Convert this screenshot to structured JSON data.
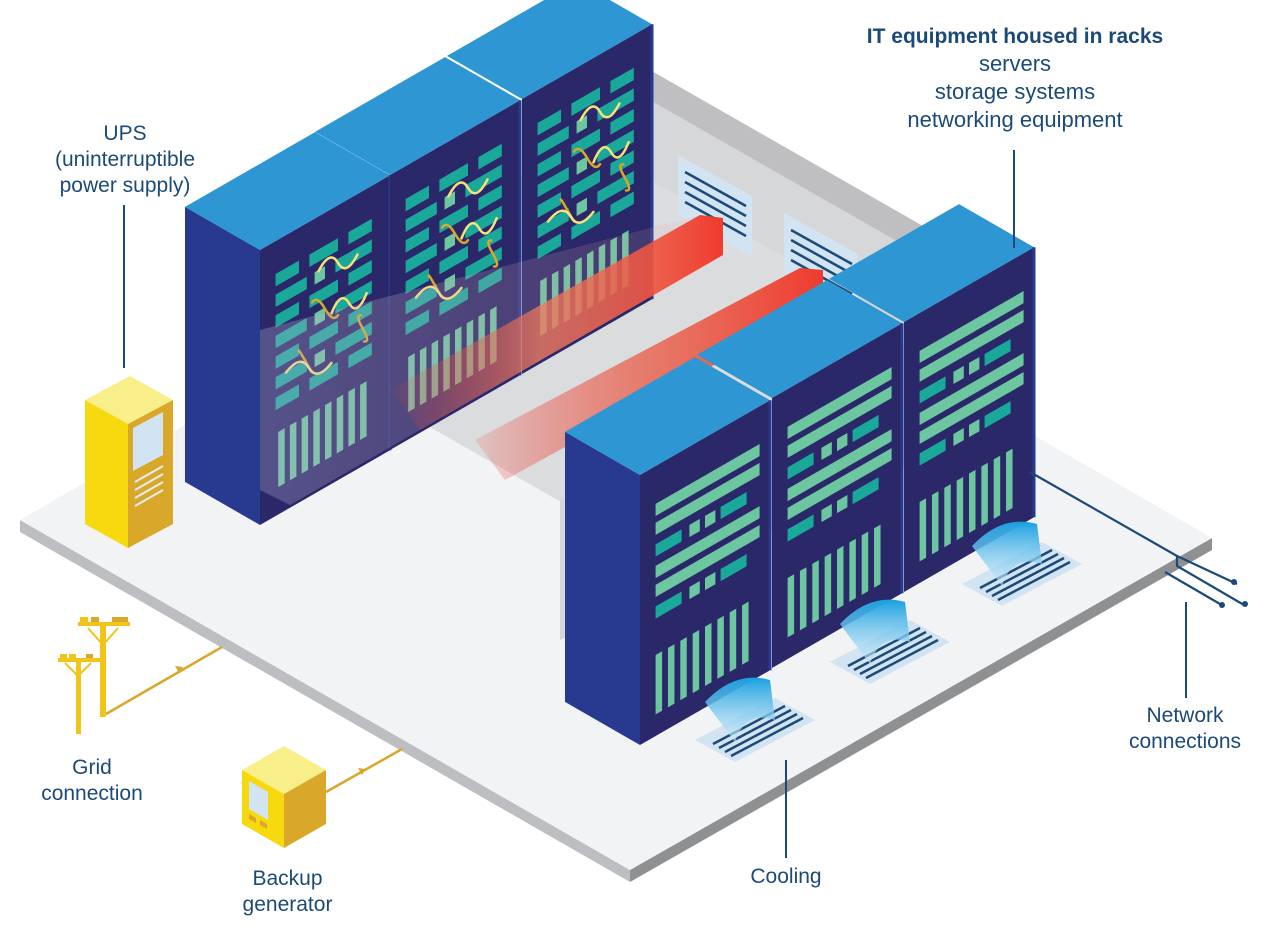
{
  "diagram": {
    "title": "Data center components",
    "colors": {
      "label_text": "#1c4a78",
      "leader_line": "#1c4a78",
      "rack_top": "#2e96d2",
      "rack_side": "#283a8f",
      "rack_front": "#2a2868",
      "slot_teal": "#1aa89a",
      "slot_mint": "#6cc6a0",
      "floor_top": "#f2f3f5",
      "floor_edge": "#b9babd",
      "wall_gray": "#bfbfc1",
      "power_yellow": "#f6d90f",
      "power_gold": "#d9a82a",
      "hot_air": "#ef3b2d",
      "cold_air": "#1aa0e0",
      "vent": "#d2e4f2"
    },
    "labels": {
      "it_equipment": {
        "title": "IT equipment housed in racks",
        "items": [
          "servers",
          "storage systems",
          "networking equipment"
        ]
      },
      "ups": {
        "lines": [
          "UPS",
          "(uninterruptible",
          "power supply)"
        ]
      },
      "grid": {
        "lines": [
          "Grid",
          "connection"
        ]
      },
      "generator": {
        "lines": [
          "Backup",
          "generator"
        ]
      },
      "cooling": {
        "lines": [
          "Cooling"
        ]
      },
      "network": {
        "lines": [
          "Network",
          "connections"
        ]
      }
    },
    "back_row_racks": 3,
    "front_row_racks": 3,
    "floor_vents": 3,
    "wall_vents": 2,
    "hot_air_streams": 2,
    "network_cables": 3,
    "power_poles": 2
  }
}
